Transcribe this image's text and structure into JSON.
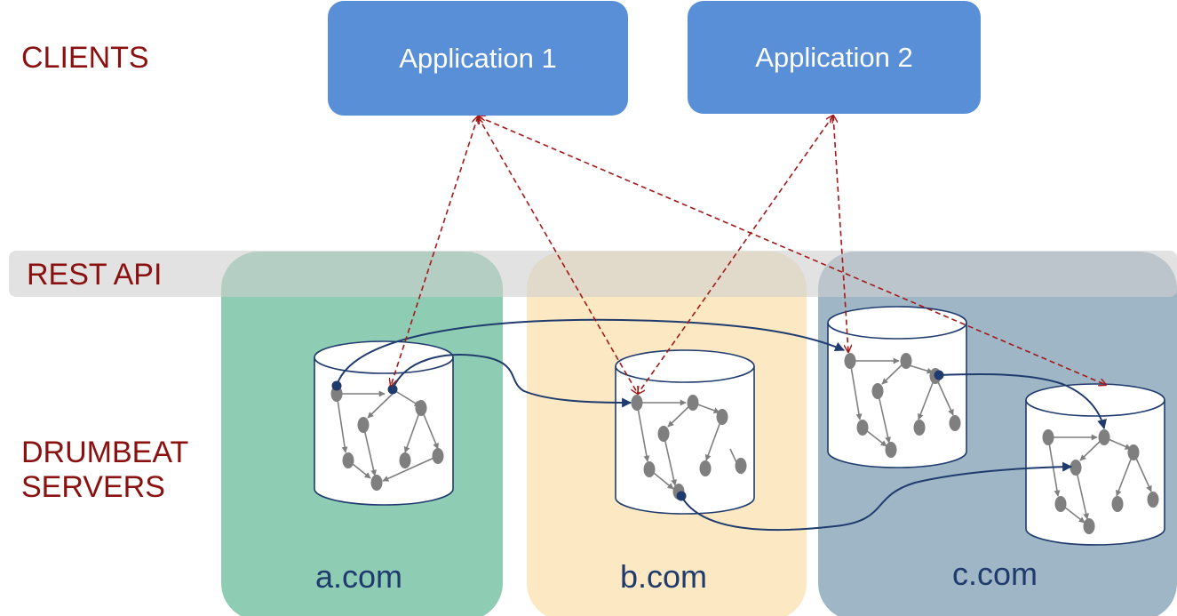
{
  "labels": {
    "clients": "CLIENTS",
    "rest_api": "REST API",
    "drumbeat_line1": "DRUMBEAT",
    "drumbeat_line2": "SERVERS"
  },
  "applications": [
    {
      "label": "Application 1"
    },
    {
      "label": "Application 2"
    }
  ],
  "servers": [
    {
      "domain": "a.com",
      "color": "#8fccb4"
    },
    {
      "domain": "b.com",
      "color": "#fde8c4"
    },
    {
      "domain": "c.com",
      "color": "#9fb6c6"
    }
  ],
  "colors": {
    "app_box": "#588fd6",
    "label_text": "#8b1010",
    "rest_band": "#d0d0d0",
    "request_arrow": "#a31818",
    "link_arrow": "#1f3b6e",
    "node": "#7f7f7f"
  }
}
